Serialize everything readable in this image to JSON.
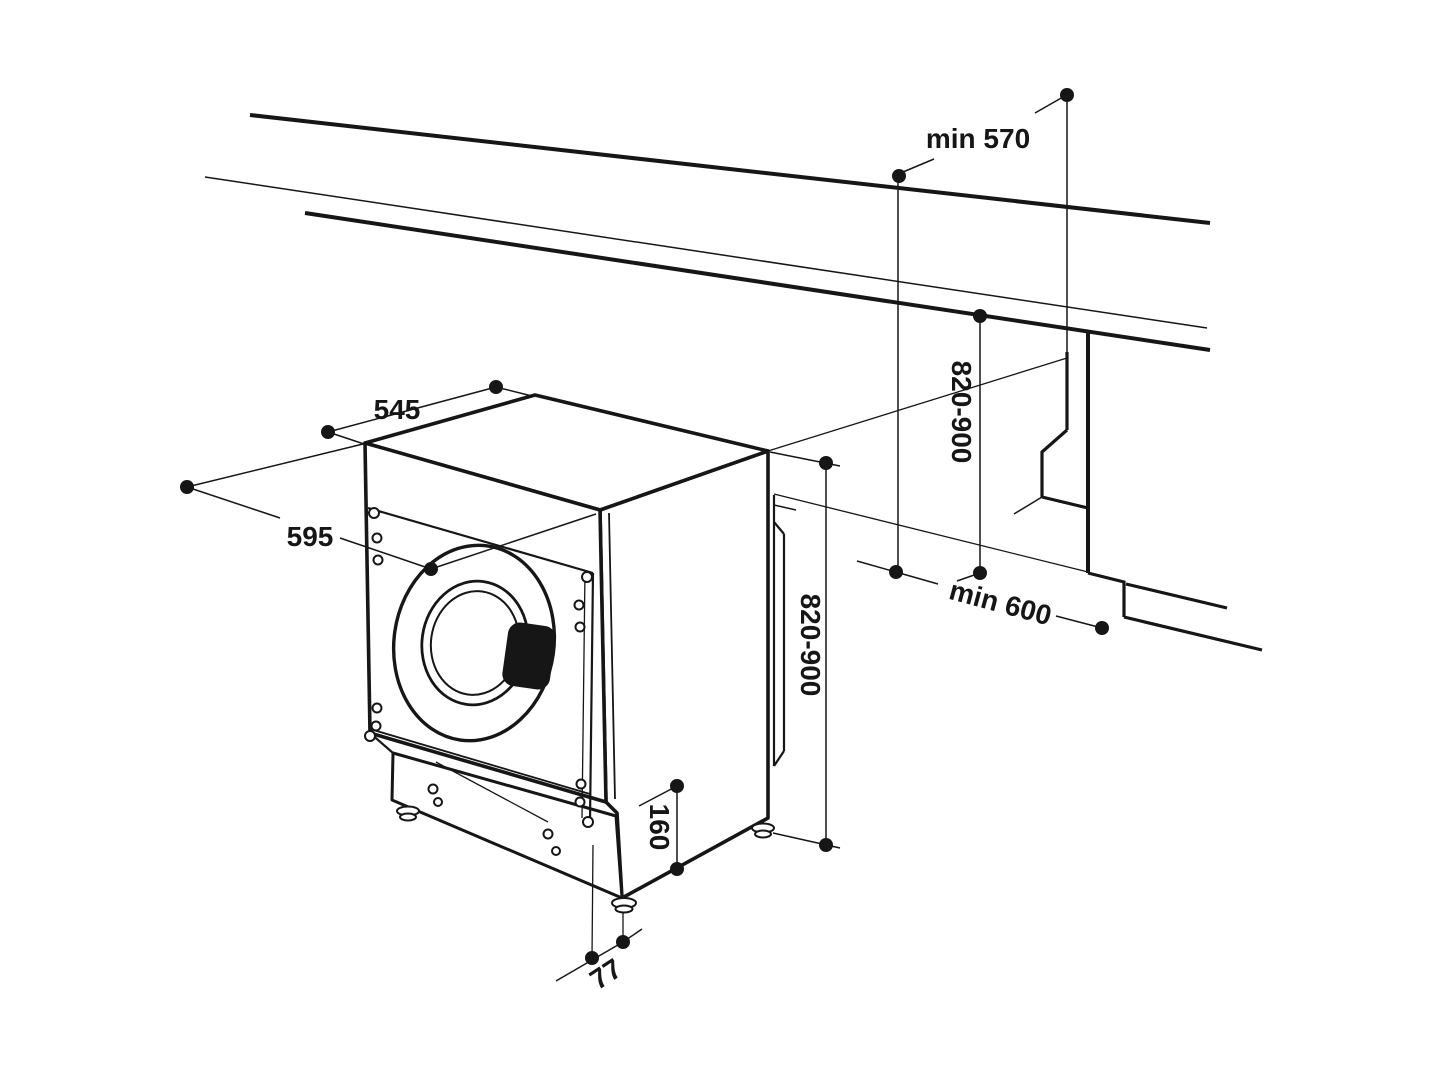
{
  "diagram": {
    "description": "Built-in washing machine installation dimensions drawing",
    "unit": "mm",
    "background_color": "#ffffff",
    "line_color": "#161616",
    "labels": {
      "top_depth": "545",
      "front_width": "595",
      "worktop_depth_min": "min 570",
      "undercounter_height": "820-900",
      "appliance_height": "820-900",
      "niche_width_min": "min 600",
      "plinth_height": "160",
      "foot_recess": "77"
    }
  }
}
